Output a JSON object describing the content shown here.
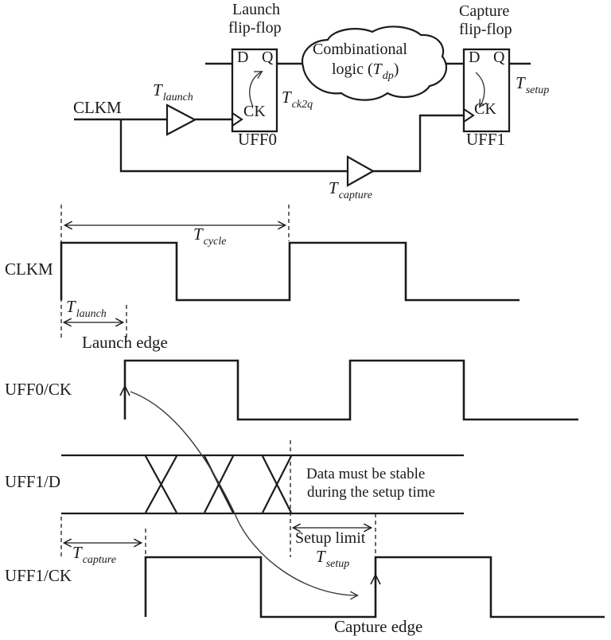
{
  "diagram": {
    "colors": {
      "ink": "#1b1b1b",
      "background": "#ffffff",
      "arrow_gray": "#3a3a3a"
    },
    "circuit": {
      "clkm_label": "CLKM",
      "launch_ff_title": {
        "line1": "Launch",
        "line2": "flip-flop"
      },
      "capture_ff_title": {
        "line1": "Capture",
        "line2": "flip-flop"
      },
      "uff0_label": "UFF0",
      "uff1_label": "UFF1",
      "pins": {
        "d": "D",
        "q": "Q",
        "ck": "CK"
      },
      "t_launch": {
        "main": "T",
        "sub": "launch"
      },
      "t_capture": {
        "main": "T",
        "sub": "capture"
      },
      "t_ck2q": {
        "main": "T",
        "sub": "ck2q"
      },
      "t_setup": {
        "main": "T",
        "sub": "setup"
      },
      "cloud": {
        "line1": "Combinational",
        "line2_pre": "logic (",
        "t_dp": {
          "main": "T",
          "sub": "dp"
        },
        "line2_post": ")"
      }
    },
    "timing": {
      "rows": [
        {
          "label": "CLKM"
        },
        {
          "label": "UFF0/CK"
        },
        {
          "label": "UFF1/D"
        },
        {
          "label": "UFF1/CK"
        }
      ],
      "t_cycle": {
        "main": "T",
        "sub": "cycle"
      },
      "t_launch": {
        "main": "T",
        "sub": "launch"
      },
      "t_capture": {
        "main": "T",
        "sub": "capture"
      },
      "t_setup": {
        "main": "T",
        "sub": "setup"
      },
      "launch_edge": "Launch edge",
      "capture_edge": "Capture edge",
      "setup_limit": "Setup limit",
      "stable_note": {
        "line1": "Data must be stable",
        "line2": "during the setup time"
      }
    }
  }
}
